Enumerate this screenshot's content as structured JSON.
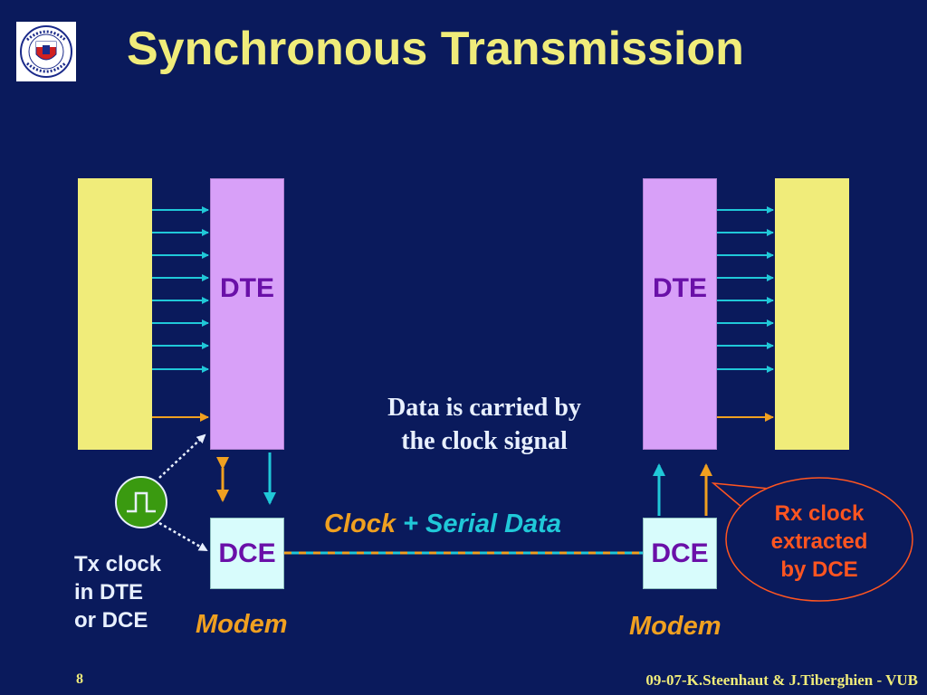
{
  "slide": {
    "title": "Synchronous Transmission",
    "logo_text": "VRIJE UNIVERSITEIT BRUSSEL SCIENTIA VINCERE TENEBRAS",
    "page_number": "8",
    "credit": "09-07-K.Steenhaut & J.Tiberghien - VUB"
  },
  "diagram": {
    "left_dte_label": "DTE",
    "right_dte_label": "DTE",
    "left_dce_label": "DCE",
    "right_dce_label": "DCE",
    "left_modem_label": "Modem",
    "right_modem_label": "Modem",
    "note_line1": "Data is carried by",
    "note_line2": "the clock signal",
    "link_label_clock": "Clock",
    "link_label_plus": " + Serial Data",
    "tx_line1": "Tx clock",
    "tx_line2": "in DTE",
    "tx_line3": "or DCE",
    "rx_line1": "Rx clock",
    "rx_line2": "extracted",
    "rx_line3": "by DCE"
  },
  "colors": {
    "background": "#0a1a5c",
    "title": "#f0ec7a",
    "dte_box": "#d8a0f8",
    "dce_box": "#d8fcfc",
    "source_box": "#f0ec7a",
    "data_arrow": "#20c8d8",
    "clock_arrow": "#f0a020",
    "clock_icon": "#3a9a10",
    "callout": "#ff5520"
  },
  "icons": [
    "university-seal-icon",
    "square-wave-clock-icon"
  ]
}
